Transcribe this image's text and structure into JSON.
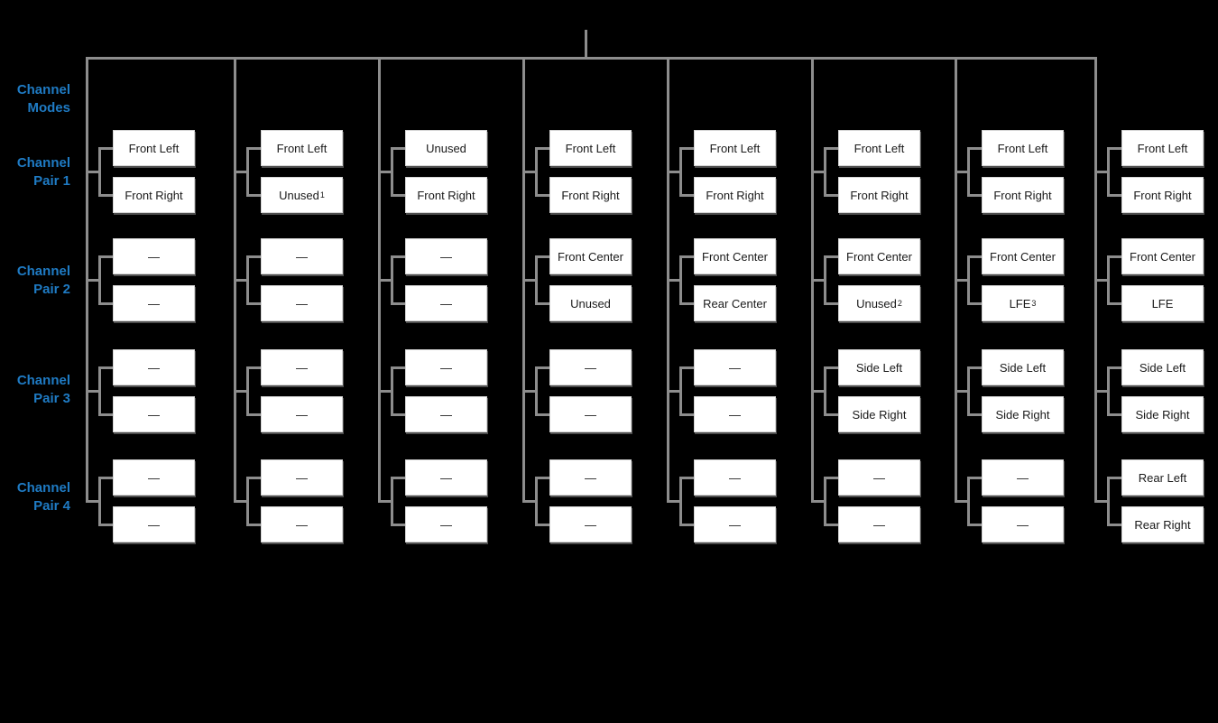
{
  "colors": {
    "background": "#000000",
    "connector_gray": "#8d8d8d",
    "label_blue": "#1f7bc4",
    "box_background": "#ffffff",
    "box_text": "#1a1a1a"
  },
  "row_labels": [
    {
      "lines": [
        "Channel",
        "Modes"
      ]
    },
    {
      "lines": [
        "Channel",
        "Pair 1"
      ]
    },
    {
      "lines": [
        "Channel",
        "Pair 2"
      ]
    },
    {
      "lines": [
        "Channel",
        "Pair 3"
      ]
    },
    {
      "lines": [
        "Channel",
        "Pair 4"
      ]
    }
  ],
  "columns": [
    {
      "pairs": [
        [
          {
            "text": "Front Left"
          },
          {
            "text": "Front Right"
          }
        ],
        [
          {
            "text": "—"
          },
          {
            "text": "—"
          }
        ],
        [
          {
            "text": "—"
          },
          {
            "text": "—"
          }
        ],
        [
          {
            "text": "—"
          },
          {
            "text": "—"
          }
        ]
      ]
    },
    {
      "pairs": [
        [
          {
            "text": "Front Left"
          },
          {
            "text": "Unused",
            "sup": "1"
          }
        ],
        [
          {
            "text": "—"
          },
          {
            "text": "—"
          }
        ],
        [
          {
            "text": "—"
          },
          {
            "text": "—"
          }
        ],
        [
          {
            "text": "—"
          },
          {
            "text": "—"
          }
        ]
      ]
    },
    {
      "pairs": [
        [
          {
            "text": "Unused"
          },
          {
            "text": "Front Right"
          }
        ],
        [
          {
            "text": "—"
          },
          {
            "text": "—"
          }
        ],
        [
          {
            "text": "—"
          },
          {
            "text": "—"
          }
        ],
        [
          {
            "text": "—"
          },
          {
            "text": "—"
          }
        ]
      ]
    },
    {
      "pairs": [
        [
          {
            "text": "Front Left"
          },
          {
            "text": "Front Right"
          }
        ],
        [
          {
            "text": "Front Center"
          },
          {
            "text": "Unused"
          }
        ],
        [
          {
            "text": "—"
          },
          {
            "text": "—"
          }
        ],
        [
          {
            "text": "—"
          },
          {
            "text": "—"
          }
        ]
      ]
    },
    {
      "pairs": [
        [
          {
            "text": "Front Left"
          },
          {
            "text": "Front Right"
          }
        ],
        [
          {
            "text": "Front Center"
          },
          {
            "text": "Rear Center"
          }
        ],
        [
          {
            "text": "—"
          },
          {
            "text": "—"
          }
        ],
        [
          {
            "text": "—"
          },
          {
            "text": "—"
          }
        ]
      ]
    },
    {
      "pairs": [
        [
          {
            "text": "Front Left"
          },
          {
            "text": "Front Right"
          }
        ],
        [
          {
            "text": "Front Center"
          },
          {
            "text": "Unused",
            "sup": "2"
          }
        ],
        [
          {
            "text": "Side Left"
          },
          {
            "text": "Side Right"
          }
        ],
        [
          {
            "text": "—"
          },
          {
            "text": "—"
          }
        ]
      ]
    },
    {
      "pairs": [
        [
          {
            "text": "Front Left"
          },
          {
            "text": "Front Right"
          }
        ],
        [
          {
            "text": "Front Center"
          },
          {
            "text": "LFE",
            "sup": "3"
          }
        ],
        [
          {
            "text": "Side Left"
          },
          {
            "text": "Side Right"
          }
        ],
        [
          {
            "text": "—"
          },
          {
            "text": "—"
          }
        ]
      ]
    },
    {
      "pairs": [
        [
          {
            "text": "Front Left"
          },
          {
            "text": "Front Right"
          }
        ],
        [
          {
            "text": "Front Center"
          },
          {
            "text": "LFE"
          }
        ],
        [
          {
            "text": "Side Left"
          },
          {
            "text": "Side Right"
          }
        ],
        [
          {
            "text": "Rear Left"
          },
          {
            "text": "Rear Right"
          }
        ]
      ]
    }
  ]
}
